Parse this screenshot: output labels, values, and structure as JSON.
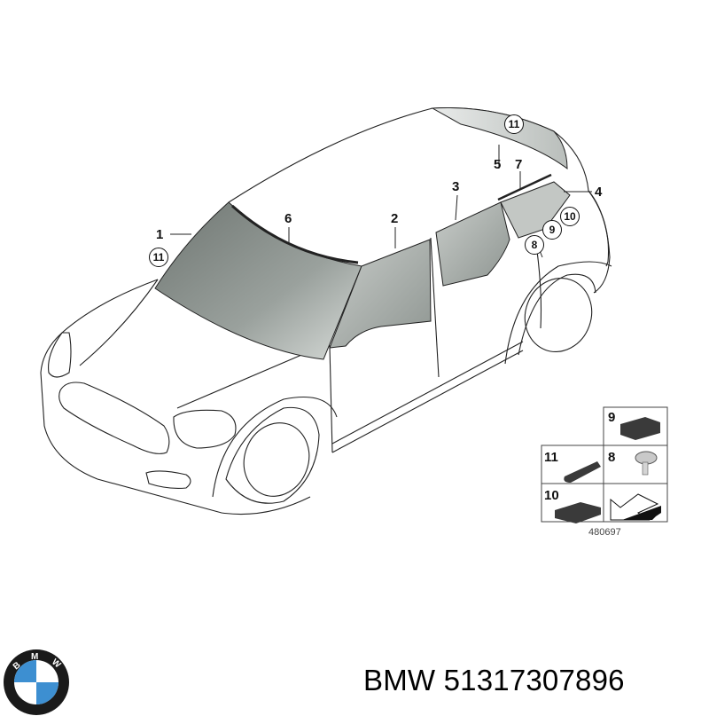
{
  "diagram": {
    "subject": "Vehicle glazing parts diagram (windows and seals)",
    "callouts": [
      {
        "id": "1",
        "label": "1",
        "circled": false
      },
      {
        "id": "2",
        "label": "2",
        "circled": false
      },
      {
        "id": "3",
        "label": "3",
        "circled": false
      },
      {
        "id": "4",
        "label": "4",
        "circled": false
      },
      {
        "id": "5",
        "label": "5",
        "circled": false
      },
      {
        "id": "6",
        "label": "6",
        "circled": false
      },
      {
        "id": "7",
        "label": "7",
        "circled": false
      },
      {
        "id": "8",
        "label": "8",
        "circled": true
      },
      {
        "id": "9",
        "label": "9",
        "circled": true
      },
      {
        "id": "10",
        "label": "10",
        "circled": true
      },
      {
        "id": "11a",
        "label": "11",
        "circled": true
      },
      {
        "id": "11b",
        "label": "11",
        "circled": true
      }
    ],
    "inset": {
      "cells": [
        {
          "label": "9",
          "part": "rectangular pad block"
        },
        {
          "label": "11",
          "part": "wedge spacer strip"
        },
        {
          "label": "8",
          "part": "push clip / rivet"
        },
        {
          "label": "10",
          "part": "flat pad block"
        },
        {
          "label": "",
          "part": "direction arrow symbol"
        }
      ],
      "reference_number": "480697"
    }
  },
  "footer": {
    "brand": "BMW",
    "logo_letters": [
      "B",
      "M",
      "W"
    ],
    "part_number_text": "BMW 51317307896"
  },
  "colors": {
    "glass_dark": "#7f8682",
    "glass_light": "#d6dad7",
    "outline": "#222222",
    "bmw_blue": "#3d8fd1",
    "bmw_ring": "#1a1a1a",
    "part_dark": "#3a3a3a"
  }
}
